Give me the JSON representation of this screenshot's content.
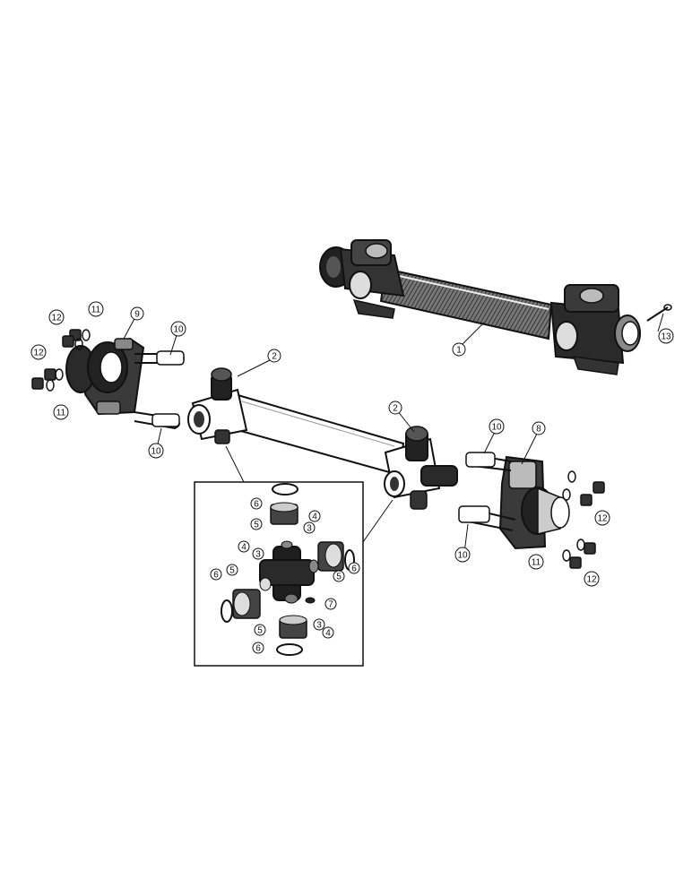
{
  "diagram": {
    "callouts": {
      "c1": "1",
      "c2a": "2",
      "c2b": "2",
      "c3a": "3",
      "c3b": "3",
      "c3c": "3",
      "c4a": "4",
      "c4b": "4",
      "c4c": "4",
      "c5a": "5",
      "c5b": "5",
      "c5c": "5",
      "c5d": "5",
      "c6a": "6",
      "c6b": "6",
      "c6c": "6",
      "c6d": "6",
      "c7": "7",
      "c8": "8",
      "c9": "9",
      "c10a": "10",
      "c10b": "10",
      "c10c": "10",
      "c10d": "10",
      "c11a": "11",
      "c11b": "11",
      "c11c": "11",
      "c12a": "12",
      "c12b": "12",
      "c12c": "12",
      "c12d": "12",
      "c13": "13"
    },
    "colors": {
      "ink": "#111111",
      "shade": "#555555",
      "paper": "#ffffff"
    }
  }
}
